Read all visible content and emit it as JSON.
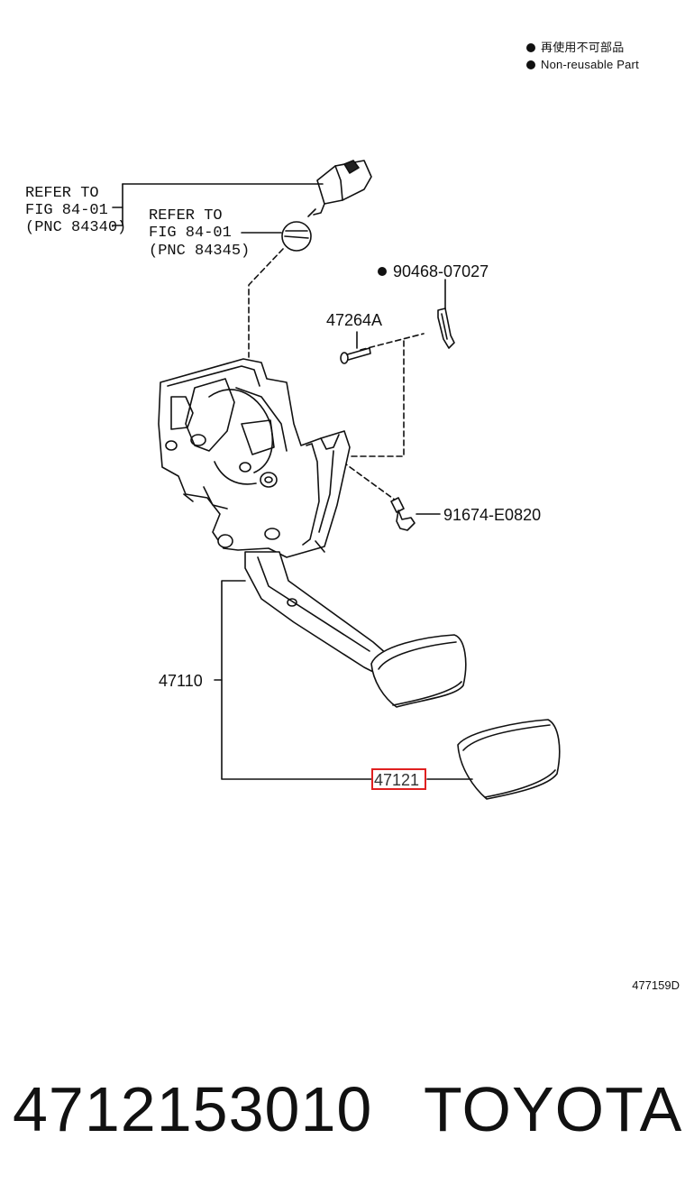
{
  "legend": {
    "non_reusable_jp": "再使用不可部品",
    "non_reusable_en": "Non-reusable Part"
  },
  "refs": {
    "ref1": [
      "REFER TO",
      "FIG 84-01",
      "(PNC 84340)"
    ],
    "ref2": [
      "REFER TO",
      "FIG 84-01",
      "(PNC 84345)"
    ]
  },
  "parts": {
    "p_90468": "90468-07027",
    "p_47264A": "47264A",
    "p_91674": "91674-E0820",
    "p_47110": "47110",
    "p_47121": "47121"
  },
  "highlight_color": "#e02020",
  "diagram_code": "477159D",
  "footer": {
    "part_number": "4712153010",
    "brand": "TOYOTA"
  }
}
